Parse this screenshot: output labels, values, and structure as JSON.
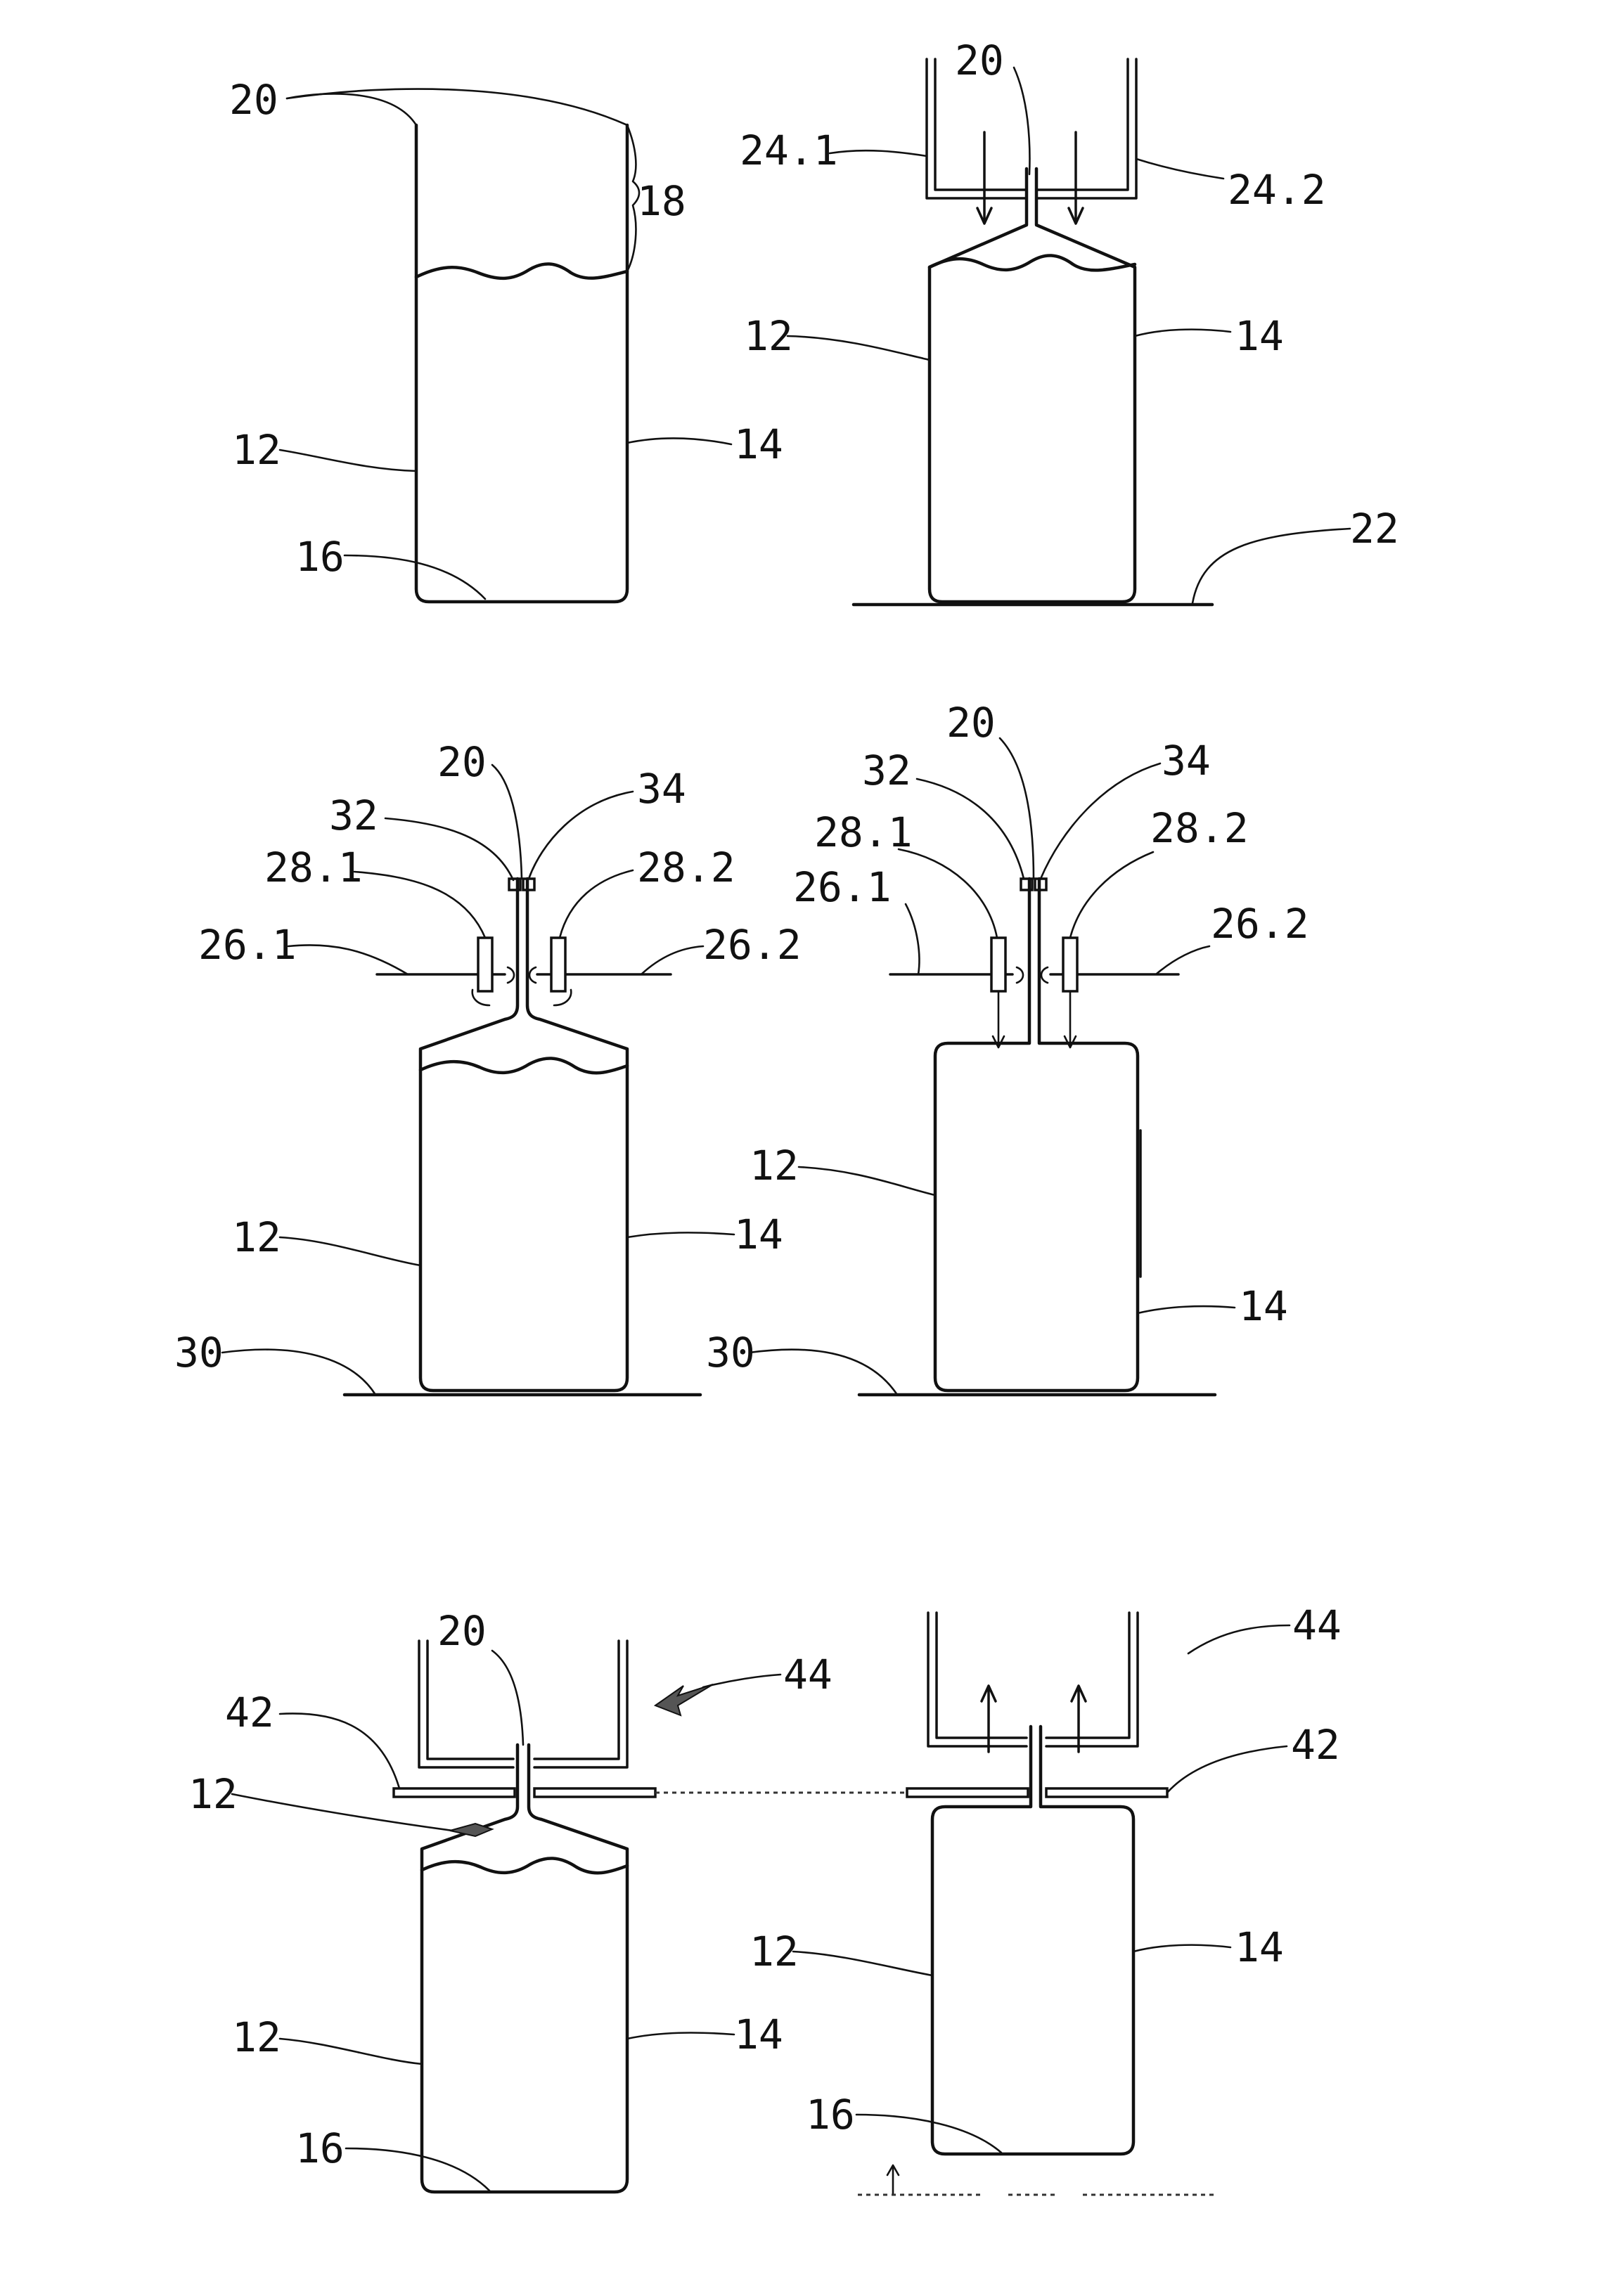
{
  "figure_1a": {
    "labels": {
      "closed_ends": "20",
      "headspace": "18",
      "side_left": "12",
      "side_right": "14",
      "bottom": "16"
    }
  },
  "figure_1b": {
    "labels": {
      "closed_end": "20",
      "jaw_left": "24.1",
      "jaw_right": "24.2",
      "side_left": "12",
      "side_right": "14",
      "support": "22"
    }
  },
  "figure_1c": {
    "labels": {
      "closed_end": "20",
      "clip_left": "32",
      "clip_right": "34",
      "roller_left": "28.1",
      "roller_right": "28.2",
      "arm_left": "26.1",
      "arm_right": "26.2",
      "side_left": "12",
      "side_right": "14",
      "base": "30"
    }
  },
  "figure_1d": {
    "labels": {
      "closed_end": "20",
      "clip_left": "32",
      "clip_right": "34",
      "roller_left": "28.1",
      "roller_right": "28.2",
      "arm_left": "26.1",
      "arm_right": "26.2",
      "side_left": "12",
      "side_right": "14",
      "base": "30"
    }
  },
  "figure_1e": {
    "labels": {
      "closed_end": "20",
      "tool": "44",
      "plate": "42",
      "shoulder": "12",
      "side_left": "12",
      "side_right": "14",
      "bottom": "16"
    }
  },
  "figure_1f": {
    "labels": {
      "tool": "44",
      "plate": "42",
      "side_left": "12",
      "side_right": "14",
      "bottom": "16"
    }
  },
  "icons": [
    "down-arrow-icon",
    "up-arrow-icon",
    "hatched-arrow-icon"
  ]
}
